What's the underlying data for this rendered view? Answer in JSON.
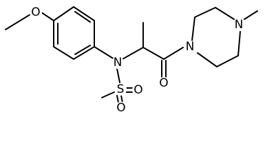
{
  "molecule": {
    "atoms": {
      "O_ether": "O",
      "N_amine": "N",
      "S": "S",
      "O_s1": "O",
      "O_s2": "O",
      "O_carbonyl": "O",
      "N_pip1": "N",
      "N_pip4": "N"
    }
  }
}
